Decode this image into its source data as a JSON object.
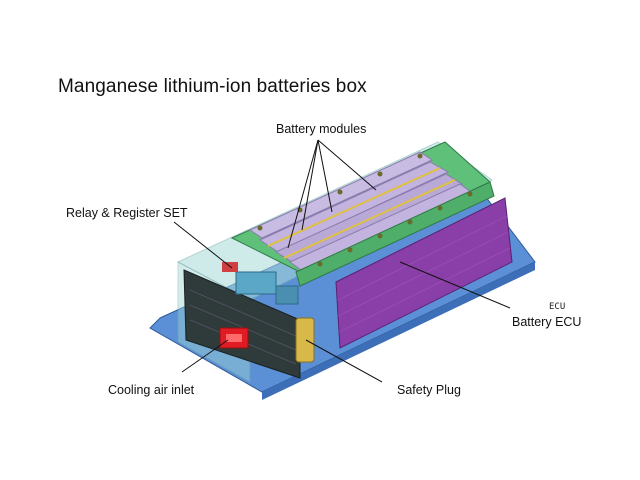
{
  "title": "Manganese lithium-ion batteries box",
  "labels": {
    "battery_modules": "Battery modules",
    "relay_register": "Relay & Register SET",
    "ecu_small": "ECU",
    "battery_ecu": "Battery ECU",
    "cooling_air_inlet": "Cooling air inlet",
    "safety_plug": "Safety Plug"
  },
  "colors": {
    "base_plate": "#5b8fd6",
    "frame_green": "#5fc07a",
    "cell_lavender": "#b9a9d6",
    "ecu_purple": "#8a3ea8",
    "end_dark": "#2f3a3a",
    "inlet_red": "#e01b24",
    "plug_yellow": "#d9b84a",
    "cover_glass": "#9fd4d2"
  }
}
